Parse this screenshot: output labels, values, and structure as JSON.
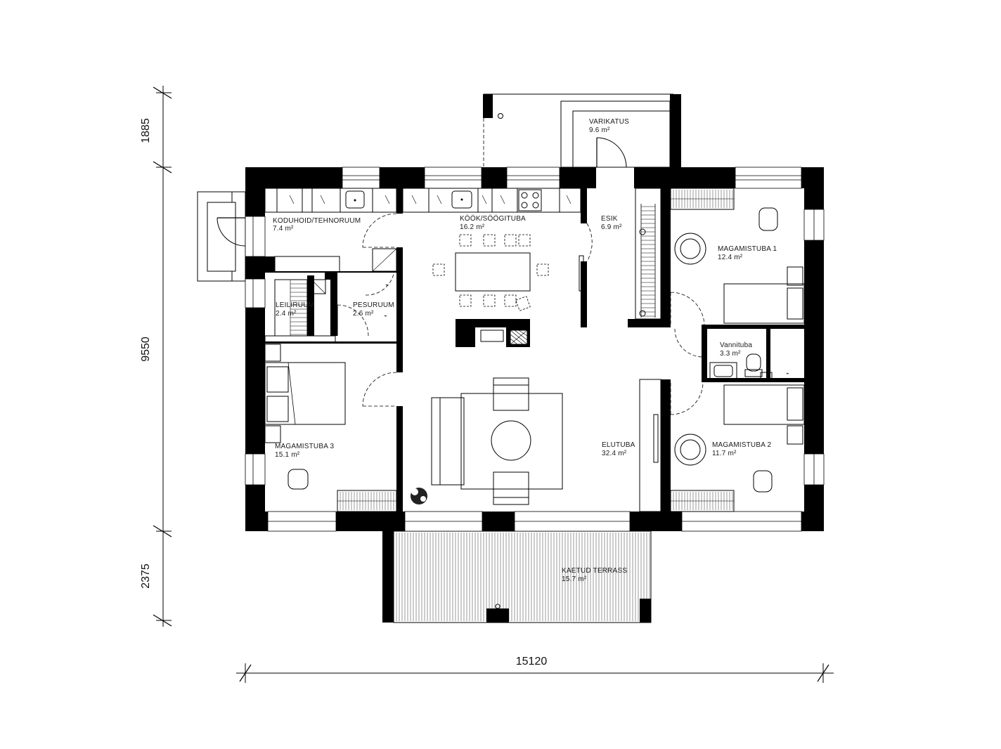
{
  "rooms": {
    "kodu": {
      "name": "KODUHOID/TEHNORUUM",
      "area": "7.4 m²"
    },
    "kook": {
      "name": "KÖÖK/SÖÖGITUBA",
      "area": "16.2 m²"
    },
    "esik": {
      "name": "ESIK",
      "area": "6.9 m²"
    },
    "varikatus": {
      "name": "VARIKATUS",
      "area": "9.6 m²"
    },
    "mag1": {
      "name": "MAGAMISTUBA 1",
      "area": "12.4 m²"
    },
    "leili": {
      "name": "LEILIRUUM",
      "area": "2.4 m²"
    },
    "pesu": {
      "name": "PESURUUM",
      "area": "2.6 m²"
    },
    "vanni": {
      "name": "Vannituba",
      "area": "3.3 m²"
    },
    "mag3": {
      "name": "MAGAMISTUBA 3",
      "area": "15.1 m²"
    },
    "elutuba": {
      "name": "ELUTUBA",
      "area": "32.4 m²"
    },
    "mag2": {
      "name": "MAGAMISTUBA 2",
      "area": "11.7 m²"
    },
    "terrass": {
      "name": "KAETUD TERRASS",
      "area": "15.7 m²"
    }
  },
  "dimensions": {
    "width": "15120",
    "height_main": "9550",
    "height_top": "1885",
    "height_bottom": "2375"
  }
}
